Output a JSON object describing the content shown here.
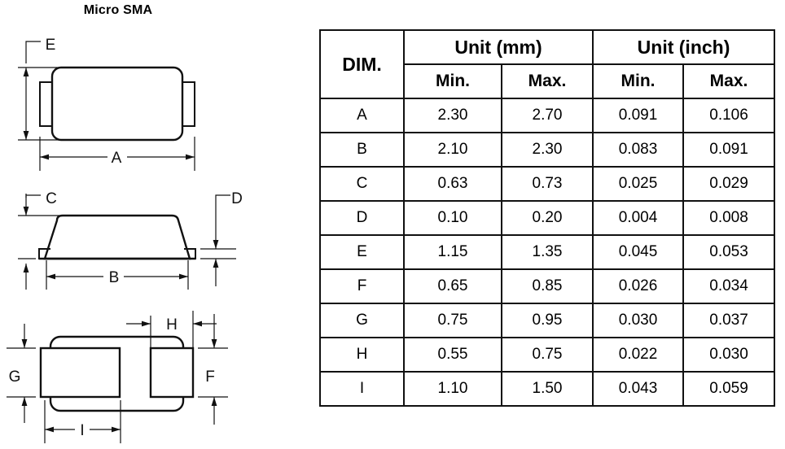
{
  "title": "Micro SMA",
  "table": {
    "dim_header": "DIM.",
    "unit_groups": [
      {
        "label": "Unit (mm)",
        "cols": [
          "Min.",
          "Max."
        ]
      },
      {
        "label": "Unit (inch)",
        "cols": [
          "Min.",
          "Max."
        ]
      }
    ],
    "rows": [
      {
        "dim": "A",
        "mm_min": "2.30",
        "mm_max": "2.70",
        "in_min": "0.091",
        "in_max": "0.106"
      },
      {
        "dim": "B",
        "mm_min": "2.10",
        "mm_max": "2.30",
        "in_min": "0.083",
        "in_max": "0.091"
      },
      {
        "dim": "C",
        "mm_min": "0.63",
        "mm_max": "0.73",
        "in_min": "0.025",
        "in_max": "0.029"
      },
      {
        "dim": "D",
        "mm_min": "0.10",
        "mm_max": "0.20",
        "in_min": "0.004",
        "in_max": "0.008"
      },
      {
        "dim": "E",
        "mm_min": "1.15",
        "mm_max": "1.35",
        "in_min": "0.045",
        "in_max": "0.053"
      },
      {
        "dim": "F",
        "mm_min": "0.65",
        "mm_max": "0.85",
        "in_min": "0.026",
        "in_max": "0.034"
      },
      {
        "dim": "G",
        "mm_min": "0.75",
        "mm_max": "0.95",
        "in_min": "0.030",
        "in_max": "0.037"
      },
      {
        "dim": "H",
        "mm_min": "0.55",
        "mm_max": "0.75",
        "in_min": "0.022",
        "in_max": "0.030"
      },
      {
        "dim": "I",
        "mm_min": "1.10",
        "mm_max": "1.50",
        "in_min": "0.043",
        "in_max": "0.059"
      }
    ]
  },
  "drawings": {
    "top_view": {
      "labels": [
        "E",
        "A"
      ]
    },
    "side_view": {
      "labels": [
        "C",
        "B",
        "D"
      ]
    },
    "bottom_view": {
      "labels": [
        "G",
        "H",
        "F",
        "I"
      ]
    }
  },
  "colors": {
    "line": "#111111",
    "background": "#ffffff"
  }
}
